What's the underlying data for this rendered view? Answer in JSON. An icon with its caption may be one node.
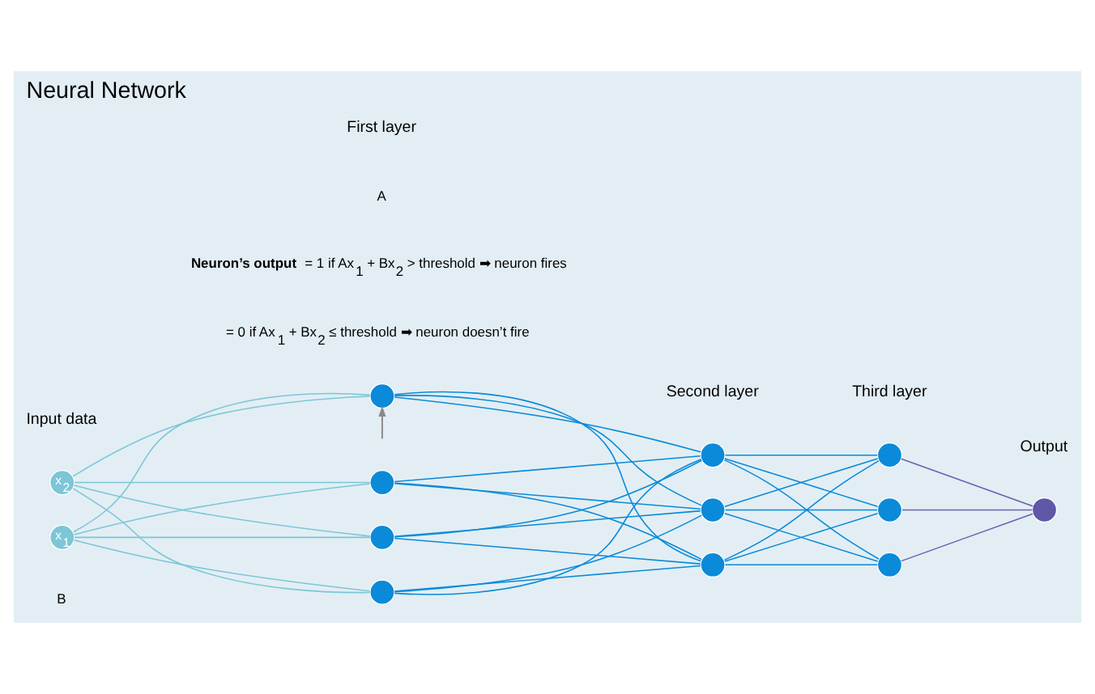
{
  "diagram": {
    "title": "Neural Network",
    "nodes": [
      {
        "text": [
          "x$_{1}$"
        ]
      },
      {
        "text": [
          "x$_{2}$"
        ]
      },
      {
        "text": [],
        "shape": "circle"
      },
      {
        "text": [],
        "shape": "circle"
      },
      {
        "text": [],
        "shape": "circle"
      },
      {
        "text": [],
        "shape": "circle"
      },
      {
        "text": [],
        "shape": "circle"
      },
      {
        "text": [],
        "shape": "circle"
      },
      {
        "text": [],
        "shape": "circle"
      },
      {
        "text": [],
        "shape": "circle"
      },
      {
        "text": [],
        "shape": "circle"
      },
      {
        "text": [],
        "shape": "circle"
      },
      {
        "text": [],
        "shape": "circle"
      }
    ],
    "edges": [
      {
        "from": 0,
        "to": 2,
        "arrow": "none",
        "color": "#7cc6d6"
      },
      {
        "from": 0,
        "to": 3,
        "arrow": "none",
        "color": "#7cc6d6"
      },
      {
        "from": 0,
        "to": 4,
        "arrow": "none",
        "color": "#7cc6d6"
      },
      {
        "from": 0,
        "to": 5,
        "arrow": "none",
        "color": "#7cc6d6"
      },
      {
        "from": 1,
        "to": 2,
        "arrow": "none",
        "color": "#7cc6d6"
      },
      {
        "from": 1,
        "to": 3,
        "arrow": "none",
        "color": "#7cc6d6"
      },
      {
        "from": 1,
        "to": 4,
        "arrow": "none",
        "color": "#7cc6d6"
      },
      {
        "from": 1,
        "to": 5,
        "arrow": "none",
        "color": "#7cc6d6"
      },
      {
        "from": 2,
        "to": 6,
        "arrow": "none"
      },
      {
        "from": 2,
        "to": 7,
        "arrow": "none"
      },
      {
        "from": 2,
        "to": 8,
        "arrow": "none"
      },
      {
        "from": 3,
        "to": 6,
        "arrow": "none"
      },
      {
        "from": 3,
        "to": 7,
        "arrow": "none"
      },
      {
        "from": 3,
        "to": 8,
        "arrow": "none"
      },
      {
        "from": 4,
        "to": 6,
        "arrow": "none"
      },
      {
        "from": 4,
        "to": 7,
        "arrow": "none"
      },
      {
        "from": 4,
        "to": 8,
        "arrow": "none"
      },
      {
        "from": 5,
        "to": 6,
        "arrow": "none"
      },
      {
        "from": 5,
        "to": 7,
        "arrow": "none"
      },
      {
        "from": 5,
        "to": 8,
        "arrow": "none"
      },
      {
        "from": 6,
        "to": 9,
        "arrow": "none"
      },
      {
        "from": 6,
        "to": 10,
        "arrow": "none"
      },
      {
        "from": 6,
        "to": 11,
        "arrow": "none"
      },
      {
        "from": 7,
        "to": 9,
        "arrow": "none"
      },
      {
        "from": 7,
        "to": 10,
        "arrow": "none"
      },
      {
        "from": 7,
        "to": 11,
        "arrow": "none"
      },
      {
        "from": 8,
        "to": 9,
        "arrow": "none"
      },
      {
        "from": 8,
        "to": 10,
        "arrow": "none"
      },
      {
        "from": 8,
        "to": 11,
        "arrow": "none"
      },
      {
        "from": 9,
        "to": 12,
        "arrow": "none",
        "color": "#6a62b0"
      },
      {
        "from": 10,
        "to": 12,
        "arrow": "none",
        "color": "#6a62b0"
      },
      {
        "from": 11,
        "to": 12,
        "arrow": "none",
        "color": "#6a62b0"
      },
      {
        "from": null,
        "to": 5,
        "arrow": "to",
        "color": "#8a8a8a"
      }
    ],
    "labels": [
      "Input data",
      "First layer",
      "Second layer",
      "Third layer",
      "Output",
      "A",
      "B",
      "**Neuron’s output** = 1 if Ax$_{1}$ + Bx$_{2}$ > threshold ➡ neuron fires",
      "= 0 if Ax$_{1}$ + Bx$_{2}$ ≤ threshold ➡ neuron doesn’t fire"
    ]
  }
}
